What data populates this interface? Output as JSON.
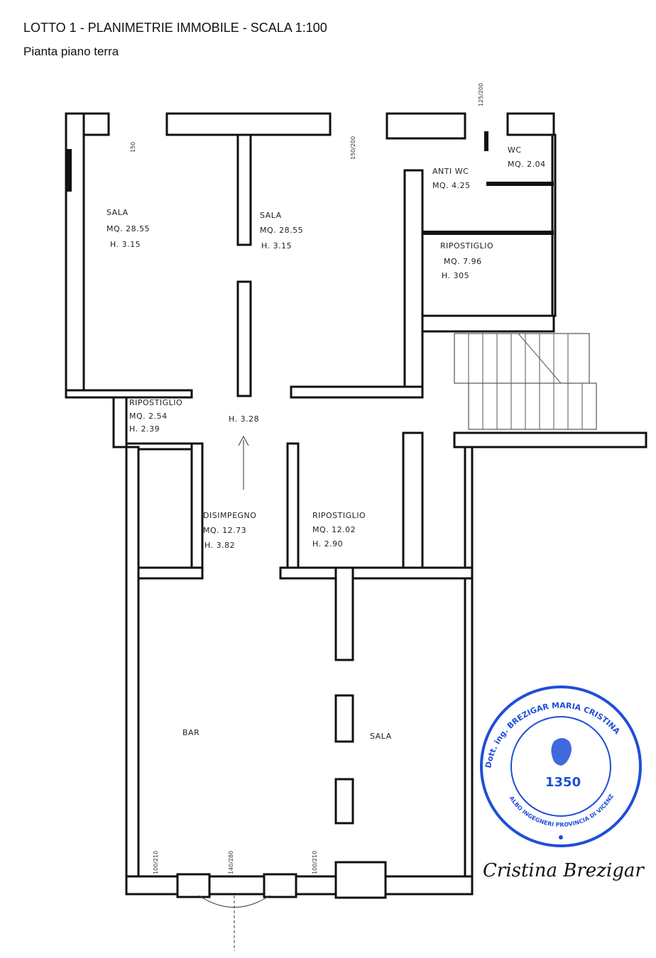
{
  "header": {
    "title": "LOTTO  1 - PLANIMETRIE IMMOBILE - SCALA 1:100",
    "subtitle": "Pianta piano terra"
  },
  "rooms": [
    {
      "name": "SALA",
      "area": "MQ. 28.55",
      "height": "H. 3.15"
    },
    {
      "name": "SALA",
      "area": "MQ. 28.55",
      "height": "H. 3.15"
    },
    {
      "name": "ANTI WC",
      "area": "MQ. 4.25"
    },
    {
      "name": "WC",
      "area": "MQ. 2.04"
    },
    {
      "name": "RIPOSTIGLIO",
      "area": "MQ. 7.96",
      "height": "H. 305"
    },
    {
      "name": "RIPOSTIGLIO",
      "area": "MQ. 2.54",
      "height": "H. 2.39"
    },
    {
      "height": "H. 3.28"
    },
    {
      "name": "DISIMPEGNO",
      "area": "MQ. 12.73",
      "height": "H. 3.82"
    },
    {
      "name": "RIPOSTIGLIO",
      "area": "MQ. 12.02",
      "height": "H. 2.90"
    },
    {
      "name": "BAR"
    },
    {
      "name": "SALA"
    }
  ],
  "dimensions": [
    "150",
    "150/200",
    "125/200",
    "100/210",
    "140/280",
    "100/210"
  ],
  "stamp": {
    "outer": "Dott. ing. BREZIGAR MARIA CRISTINA",
    "inner": "ALBO INGEGNERI PROVINCIA DI VICENZA",
    "number": "1350"
  },
  "signature": "Cristina Brezigar"
}
